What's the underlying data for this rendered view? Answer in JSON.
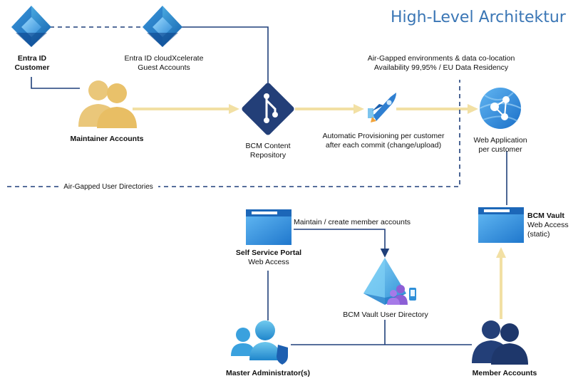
{
  "title": "High-Level Architektur",
  "nodes": {
    "entra_customer": {
      "line1": "Entra ID",
      "line2": "Customer"
    },
    "entra_guest": {
      "line1": "Entra ID cloudXcelerate",
      "line2": "Guest Accounts"
    },
    "maintainer": {
      "label": "Maintainer Accounts"
    },
    "bcm_repo": {
      "line1": "BCM Content",
      "line2": "Repository"
    },
    "provisioning": {
      "line1": "Automatic Provisioning per customer",
      "line2": "after each commit (change/upload)"
    },
    "airgap_env": {
      "line1": "Air-Gapped environments & data co-location",
      "line2": "Availability 99,95% / EU Data Residency"
    },
    "web_app": {
      "line1": "Web Application",
      "line2": "per customer"
    },
    "airgap_dirs": {
      "label": "Air-Gapped User Directories"
    },
    "self_service": {
      "line1": "Self Service Portal",
      "line2": "Web Access"
    },
    "maintain_edge": {
      "label": "Maintain / create member accounts"
    },
    "user_dir": {
      "label": "BCM Vault User Directory"
    },
    "vault": {
      "line1": "BCM Vault",
      "line2": "Web Access",
      "line3": "(static)"
    },
    "master_admin": {
      "label": "Master Administrator(s)"
    },
    "members": {
      "label": "Member Accounts"
    }
  },
  "colors": {
    "navy": "#1f3f7a",
    "yellow_arrow": "#f2e0a4",
    "accent_blue": "#3a76b5",
    "person_yellow": "#eac77a",
    "person_navy": "#233f78"
  }
}
